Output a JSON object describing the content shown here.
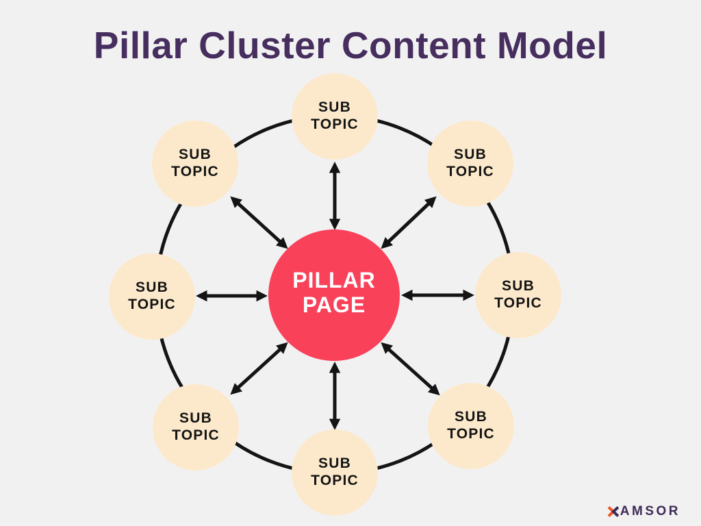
{
  "title": "Pillar Cluster Content Model",
  "colors": {
    "background": "#F2F1F2",
    "title_text": "#462E5E",
    "pillar_fill": "#F9415A",
    "pillar_text": "#FFFFFF",
    "subtopic_fill": "#FCE9CC",
    "subtopic_text": "#141414",
    "connector": "#141414",
    "ring": "#141414",
    "logo_text": "#3E2A56",
    "logo_accent": "#F4511E"
  },
  "diagram": {
    "pillar": {
      "line1": "PILLAR",
      "line2": "PAGE"
    },
    "subtopics": [
      {
        "id": "top",
        "line1": "SUB",
        "line2": "TOPIC"
      },
      {
        "id": "top-right",
        "line1": "SUB",
        "line2": "TOPIC"
      },
      {
        "id": "right",
        "line1": "SUB",
        "line2": "TOPIC"
      },
      {
        "id": "bottom-right",
        "line1": "SUB",
        "line2": "TOPIC"
      },
      {
        "id": "bottom",
        "line1": "SUB",
        "line2": "TOPIC"
      },
      {
        "id": "bottom-left",
        "line1": "SUB",
        "line2": "TOPIC"
      },
      {
        "id": "left",
        "line1": "SUB",
        "line2": "TOPIC"
      },
      {
        "id": "top-left",
        "line1": "SUB",
        "line2": "TOPIC"
      }
    ]
  },
  "logo": {
    "text": "XAMSOR",
    "accent_letter": "X",
    "rest": "AMSOR"
  }
}
